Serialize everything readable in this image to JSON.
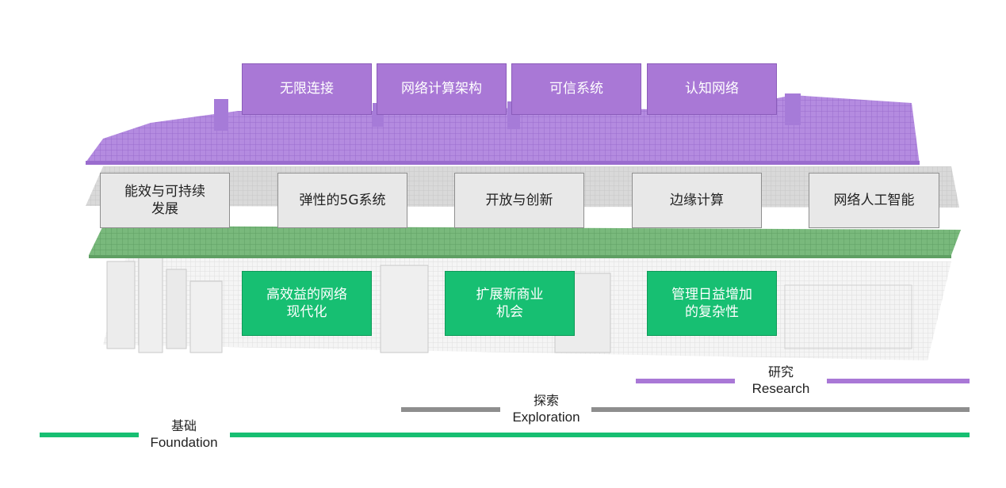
{
  "colors": {
    "purple": "#a978d6",
    "gray": "#8e8e8e",
    "green": "#17bf72"
  },
  "top_layer": {
    "items": [
      "无限连接",
      "网络计算架构",
      "可信系统",
      "认知网络"
    ]
  },
  "middle_layer": {
    "items": [
      "能效与可持续\n发展",
      "弹性的5G系统",
      "开放与创新",
      "边缘计算",
      "网络人工智能"
    ]
  },
  "bottom_layer": {
    "items": [
      "高效益的网络\n现代化",
      "扩展新商业\n机会",
      "管理日益增加\n的复杂性"
    ]
  },
  "timeline": {
    "research": {
      "zh": "研究",
      "en": "Research"
    },
    "exploration": {
      "zh": "探索",
      "en": "Exploration"
    },
    "foundation": {
      "zh": "基础",
      "en": "Foundation"
    }
  }
}
